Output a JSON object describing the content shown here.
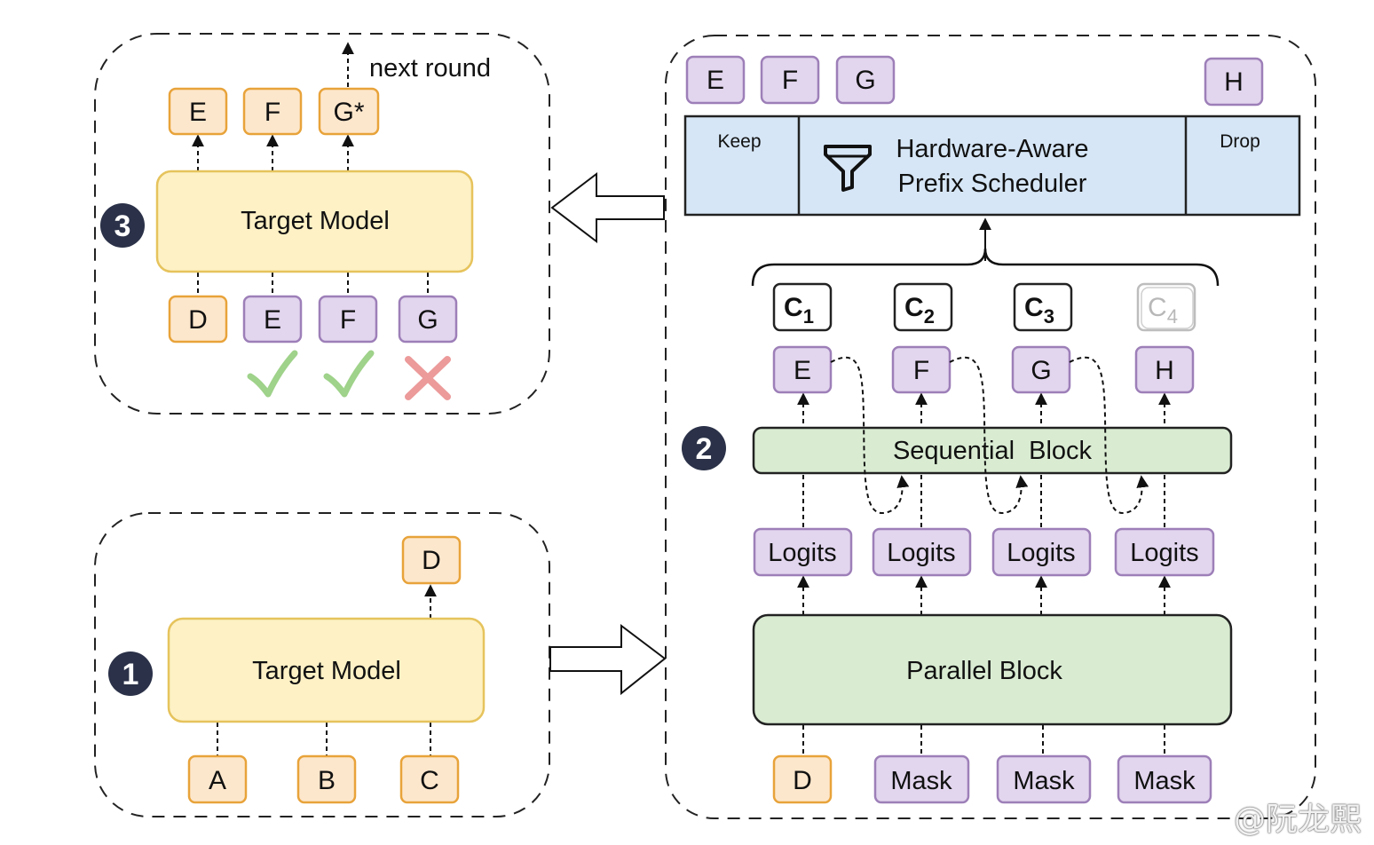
{
  "panel1": {
    "step": "1",
    "model": "Target Model",
    "inputs": [
      "A",
      "B",
      "C"
    ],
    "output": "D"
  },
  "panel2": {
    "step": "2",
    "scheduler": {
      "title_line1": "Hardware-Aware",
      "title_line2": "Prefix Scheduler",
      "keep": "Keep",
      "drop": "Drop",
      "kept_tokens": [
        "E",
        "F",
        "G"
      ],
      "dropped_token": "H"
    },
    "candidates": [
      {
        "letter": "C",
        "sub": "1",
        "faded": false
      },
      {
        "letter": "C",
        "sub": "2",
        "faded": false
      },
      {
        "letter": "C",
        "sub": "3",
        "faded": false
      },
      {
        "letter": "C",
        "sub": "4",
        "faded": true
      }
    ],
    "draft_tokens": [
      "E",
      "F",
      "G",
      "H"
    ],
    "sequential_block": "Sequential  Block",
    "logits": [
      "Logits",
      "Logits",
      "Logits",
      "Logits"
    ],
    "parallel_block": "Parallel Block",
    "inputs": [
      "D",
      "Mask",
      "Mask",
      "Mask"
    ]
  },
  "panel3": {
    "step": "3",
    "model": "Target Model",
    "inputs": [
      "D",
      "E",
      "F",
      "G"
    ],
    "outputs": [
      "E",
      "F",
      "G*"
    ],
    "next_round": "next round",
    "verdicts": [
      "check",
      "check",
      "cross"
    ]
  },
  "watermark": "@阮龙熙",
  "colors": {
    "orange_fill": "#fde7cc",
    "orange_stroke": "#e8a33a",
    "purple_fill": "#e2d5ee",
    "purple_stroke": "#9d7fb8",
    "yellow_fill": "#fdf1c5",
    "yellow_stroke": "#e6c35c",
    "green_fill": "#d9ecd2",
    "green_stroke": "#222222",
    "blue_fill": "#d6e6f6",
    "blue_stroke": "#222222",
    "badge": "#2a3148",
    "check": "#9fd28a",
    "cross": "#ec9a9a"
  }
}
